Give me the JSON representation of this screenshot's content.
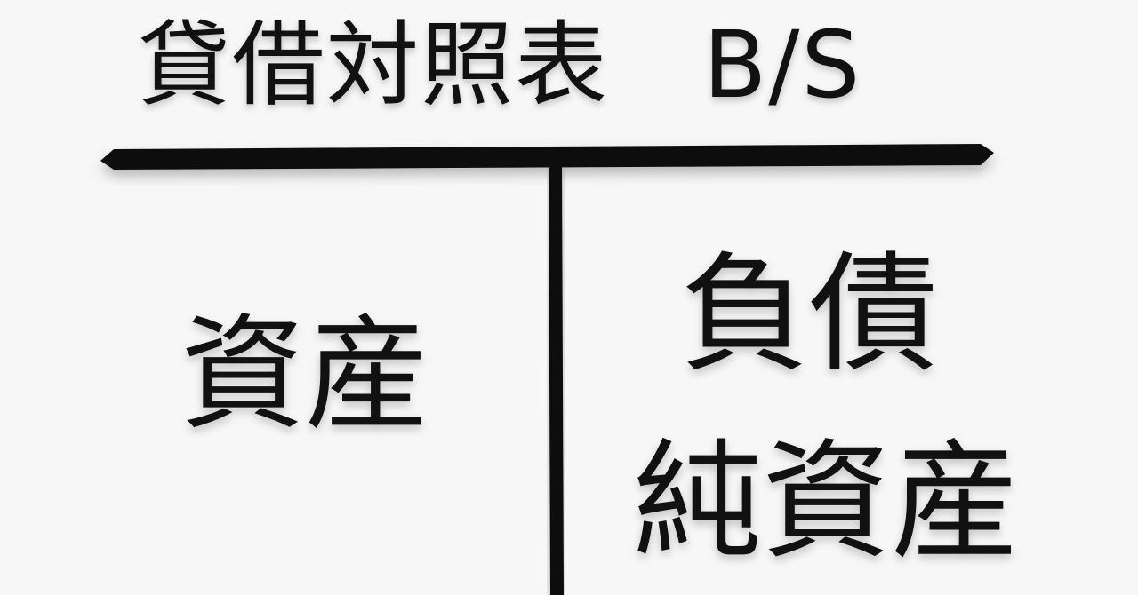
{
  "title": "貸借対照表　B/S",
  "left_side": {
    "label": "資産"
  },
  "right_side": {
    "top_label": "負債",
    "bottom_label": "純資産"
  },
  "colors": {
    "background": "#f7f7f7",
    "ink": "#111111"
  }
}
